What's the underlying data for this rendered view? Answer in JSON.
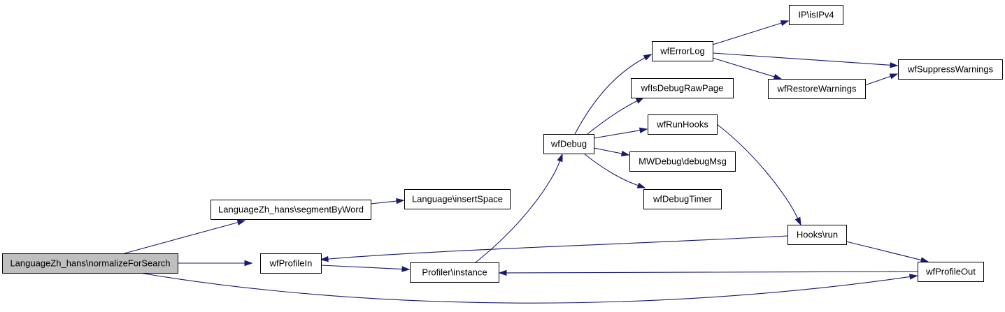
{
  "graph": {
    "edge_color": "#191970",
    "node_fill": "#ffffff",
    "root_fill": "#bfbfbf",
    "nodes": [
      {
        "id": "root",
        "label": "LanguageZh_hans\\normalizeForSearch",
        "is_root": true
      },
      {
        "id": "segmentByWord",
        "label": "LanguageZh_hans\\segmentByWord"
      },
      {
        "id": "insertSpace",
        "label": "Language\\insertSpace"
      },
      {
        "id": "wfProfileIn",
        "label": "wfProfileIn"
      },
      {
        "id": "profilerInstance",
        "label": "Profiler\\instance"
      },
      {
        "id": "wfDebug",
        "label": "wfDebug"
      },
      {
        "id": "wfErrorLog",
        "label": "wfErrorLog"
      },
      {
        "id": "ipIsIPv4",
        "label": "IP\\isIPv4"
      },
      {
        "id": "wfSuppressWarnings",
        "label": "wfSuppressWarnings"
      },
      {
        "id": "wfRestoreWarnings",
        "label": "wfRestoreWarnings"
      },
      {
        "id": "wfIsDebugRawPage",
        "label": "wfIsDebugRawPage"
      },
      {
        "id": "wfRunHooks",
        "label": "wfRunHooks"
      },
      {
        "id": "mwDebugMsg",
        "label": "MWDebug\\debugMsg"
      },
      {
        "id": "wfDebugTimer",
        "label": "wfDebugTimer"
      },
      {
        "id": "hooksRun",
        "label": "Hooks\\run"
      },
      {
        "id": "wfProfileOut",
        "label": "wfProfileOut"
      }
    ],
    "edges": [
      {
        "from": "root",
        "to": "segmentByWord"
      },
      {
        "from": "root",
        "to": "wfProfileIn"
      },
      {
        "from": "root",
        "to": "wfProfileOut"
      },
      {
        "from": "segmentByWord",
        "to": "insertSpace"
      },
      {
        "from": "wfProfileIn",
        "to": "profilerInstance"
      },
      {
        "from": "profilerInstance",
        "to": "wfDebug"
      },
      {
        "from": "wfDebug",
        "to": "wfErrorLog"
      },
      {
        "from": "wfDebug",
        "to": "wfIsDebugRawPage"
      },
      {
        "from": "wfDebug",
        "to": "wfRunHooks"
      },
      {
        "from": "wfDebug",
        "to": "mwDebugMsg"
      },
      {
        "from": "wfDebug",
        "to": "wfDebugTimer"
      },
      {
        "from": "wfErrorLog",
        "to": "ipIsIPv4"
      },
      {
        "from": "wfErrorLog",
        "to": "wfSuppressWarnings"
      },
      {
        "from": "wfErrorLog",
        "to": "wfRestoreWarnings"
      },
      {
        "from": "wfRestoreWarnings",
        "to": "wfSuppressWarnings"
      },
      {
        "from": "wfRunHooks",
        "to": "hooksRun"
      },
      {
        "from": "hooksRun",
        "to": "wfProfileIn"
      },
      {
        "from": "hooksRun",
        "to": "wfProfileOut"
      },
      {
        "from": "wfProfileOut",
        "to": "profilerInstance"
      }
    ]
  }
}
